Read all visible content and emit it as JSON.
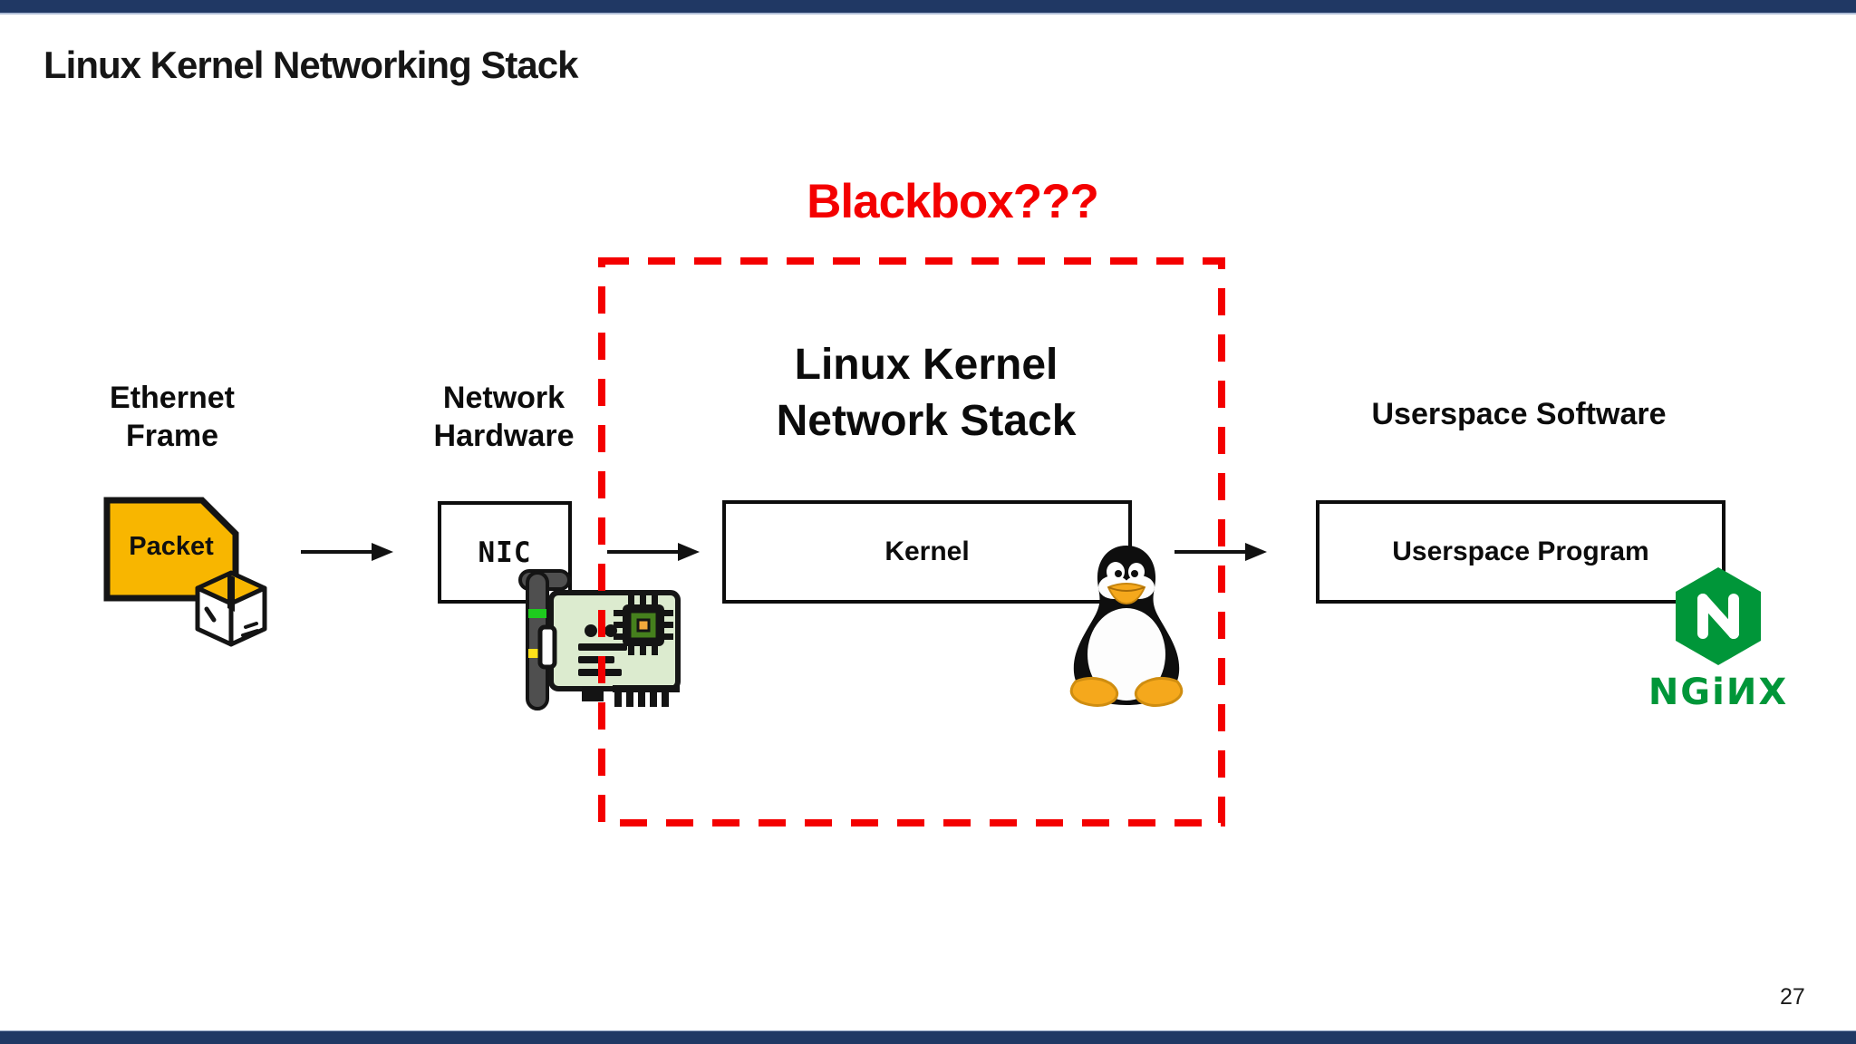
{
  "slide": {
    "title": "Linux Kernel Networking Stack",
    "page_number": "27"
  },
  "colors": {
    "bar_navy": "#203864",
    "accent_red": "#f40000",
    "packet_yellow": "#f8b600",
    "pcb_green": "#dcebcf",
    "nginx_green": "#009639"
  },
  "diagram": {
    "blackbox_label": "Blackbox???",
    "stack_title_line1": "Linux Kernel",
    "stack_title_line2": "Network Stack",
    "labels": {
      "ethernet_line1": "Ethernet",
      "ethernet_line2": "Frame",
      "hardware_line1": "Network",
      "hardware_line2": "Hardware",
      "userspace": "Userspace Software"
    },
    "nodes": {
      "packet": "Packet",
      "nic": "NIC",
      "kernel": "Kernel",
      "userspace_program": "Userspace Program"
    },
    "nginx_initial": "N",
    "nginx_wordmark": "NGiИX"
  }
}
